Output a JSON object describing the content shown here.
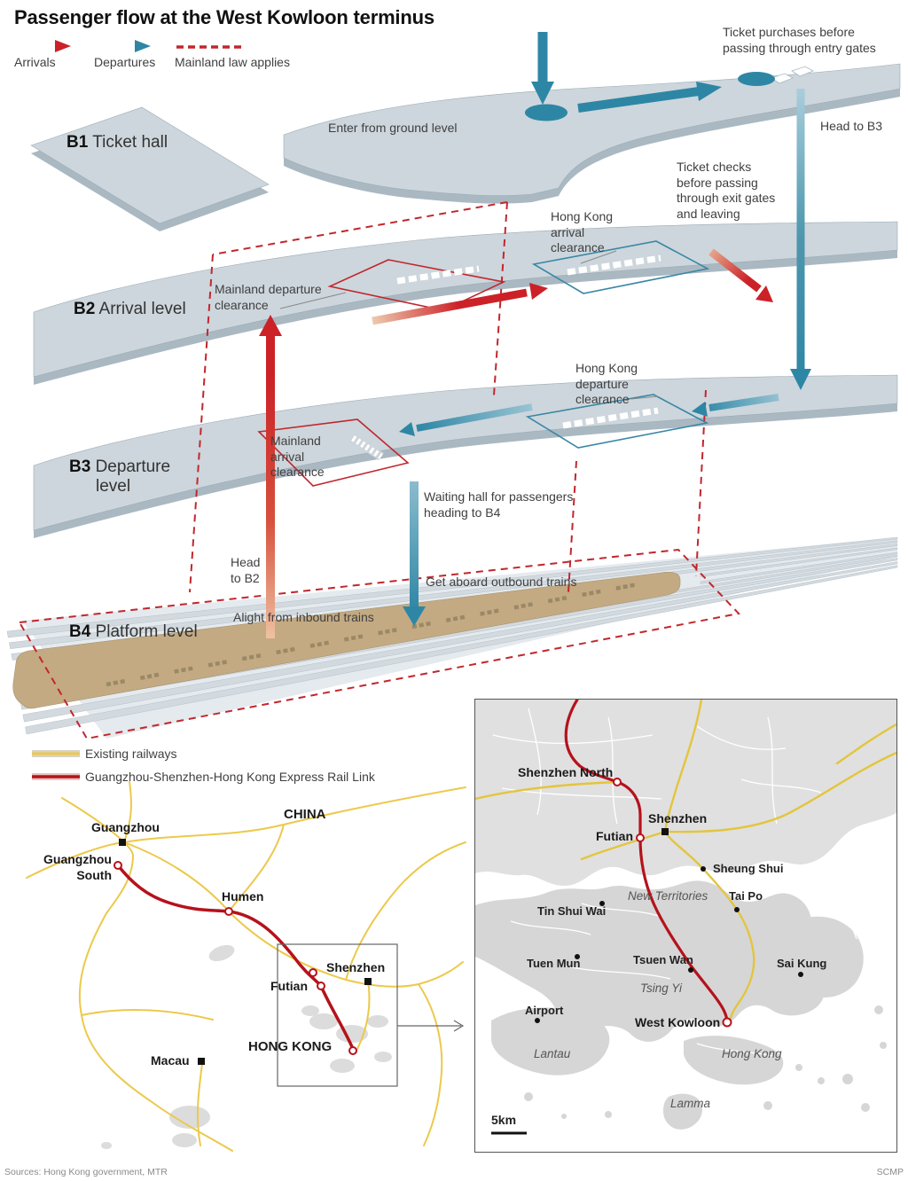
{
  "title": "Passenger flow at the West Kowloon terminus",
  "legend": {
    "arrivals": "Arrivals",
    "departures": "Departures",
    "mainland_law": "Mainland law applies"
  },
  "levels": [
    {
      "code": "B1",
      "name": "Ticket hall"
    },
    {
      "code": "B2",
      "name": "Arrival level"
    },
    {
      "code": "B3",
      "name": "Departure level"
    },
    {
      "code": "B4",
      "name": "Platform level"
    }
  ],
  "flow": {
    "enter_ground": "Enter from ground level",
    "ticket_purchases": "Ticket purchases before passing through entry gates",
    "head_b3": "Head to B3",
    "ticket_checks": "Ticket checks before passing through exit gates and leaving",
    "hk_arrival": "Hong Kong arrival clearance",
    "mainland_departure": "Mainland departure clearance",
    "hk_departure": "Hong Kong departure clearance",
    "mainland_arrival": "Mainland arrival clearance",
    "waiting_hall": "Waiting hall for passengers heading to B4",
    "head_b2": "Head to B2",
    "alight": "Alight from inbound trains",
    "aboard": "Get aboard outbound trains"
  },
  "rail_map": {
    "legend": [
      {
        "label": "Existing railways",
        "color": "#ecc94b"
      },
      {
        "label": "Guangzhou-Shenzhen-Hong Kong Express Rail Link",
        "color": "#b5121c"
      }
    ],
    "overview": {
      "china": "CHINA",
      "guangzhou": "Guangzhou",
      "guangzhou_south": "Guangzhou South",
      "humen": "Humen",
      "shenzhen": "Shenzhen",
      "futian": "Futian",
      "macau": "Macau",
      "hong_kong": "HONG KONG"
    },
    "inset": {
      "shenzhen_north": "Shenzhen North",
      "shenzhen": "Shenzhen",
      "futian": "Futian",
      "sheung_shui": "Sheung Shui",
      "new_territories": "New Territories",
      "tai_po": "Tai Po",
      "tin_shui_wai": "Tin Shui Wai",
      "tuen_mun": "Tuen Mun",
      "tsuen_wan": "Tsuen Wan",
      "sai_kung": "Sai Kung",
      "tsing_yi": "Tsing Yi",
      "airport": "Airport",
      "west_kowloon": "West Kowloon",
      "lantau": "Lantau",
      "hong_kong": "Hong Kong",
      "lamma": "Lamma"
    },
    "scale": "5km"
  },
  "colors": {
    "arrival_red": "#cb2127",
    "departure_teal": "#2e86a5",
    "mainland_law_dash": "#c2272d",
    "existing_rail_yellow": "#ecc94b",
    "express_rail_red": "#b5121c",
    "floor": "#cdd6dc",
    "train": "#c3aa83"
  },
  "footer": {
    "sources": "Sources: Hong Kong government, MTR",
    "credit": "SCMP"
  }
}
